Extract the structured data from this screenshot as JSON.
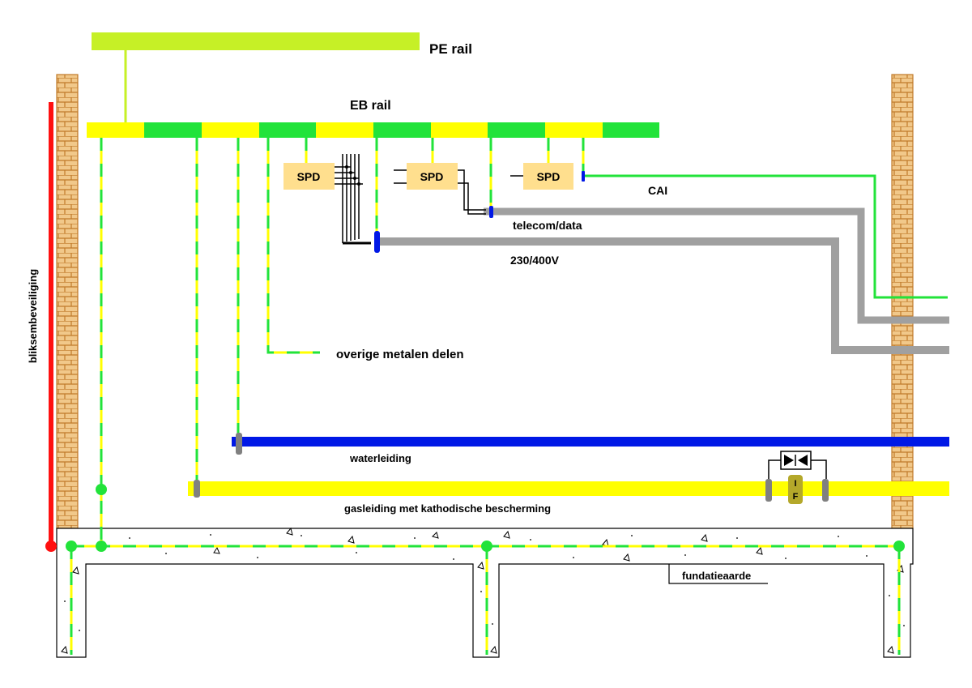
{
  "labels": {
    "pe_rail": "PE rail",
    "eb_rail": "EB rail",
    "spd1": "SPD",
    "spd2": "SPD",
    "spd3": "SPD",
    "cai": "CAI",
    "telecom": "telecom/data",
    "power": "230/400V",
    "metal": "overige metalen delen",
    "lightning": "bliksembeveiliging",
    "water": "waterleiding",
    "gas": "gasleiding met kathodische bescherming",
    "insulating_fitting": "I\nF",
    "foundation": "fundatieaarde"
  },
  "colors": {
    "pe_rail": "#c6f026",
    "yellow": "#ffff00",
    "green": "#22e33a",
    "blue": "#0018e6",
    "red": "#ff1010",
    "grey": "#a0a0a0",
    "spd_fill": "#ffdf8e",
    "brick_fill": "#f1c88a",
    "brick_line": "#c07a2a",
    "fitting": "#b4a82a"
  }
}
